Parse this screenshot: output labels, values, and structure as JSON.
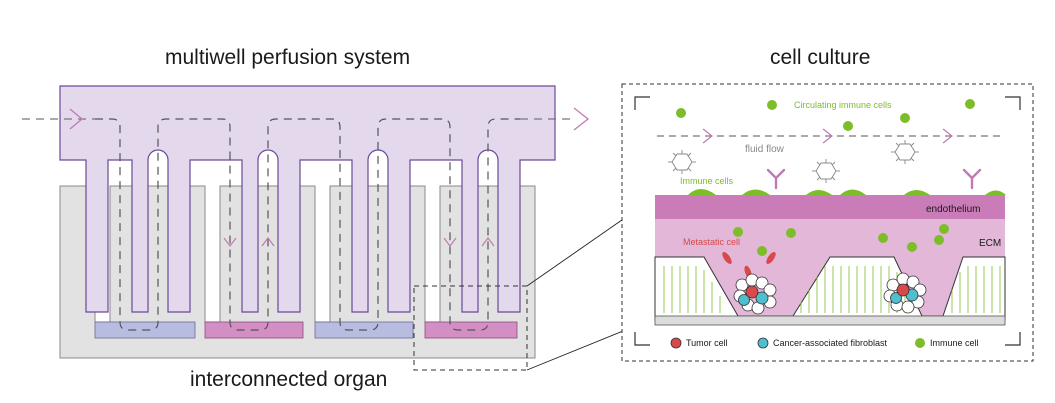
{
  "titles": {
    "left": "multiwell perfusion system",
    "right": "cell culture",
    "bottom": "interconnected organ"
  },
  "labels": {
    "circulating": "Circulating immune cells",
    "fluid_flow": "fluid flow",
    "immune_cells": "Immune cells",
    "endothelium": "endothelium",
    "ecm": "ECM",
    "metastatic": "Metastatic cell"
  },
  "legend": {
    "tumor": "Tumor cell",
    "caf": "Cancer-associated fibroblast",
    "immune": "Immune cell"
  },
  "colors": {
    "manifold": "#e4d9ec",
    "manifold_stroke": "#6a4a9a",
    "housing": "#e2e2e2",
    "well_blue": "#b8bce0",
    "well_pink": "#d38fc3",
    "endothelium": "#c97cb8",
    "ecm": "#e2b7d8",
    "immune_green": "#7dbd2a",
    "tumor_red": "#d84a4a",
    "caf_teal": "#4fbfcf",
    "antibody": "#c07ab6",
    "arrow": "#c07ab6"
  }
}
